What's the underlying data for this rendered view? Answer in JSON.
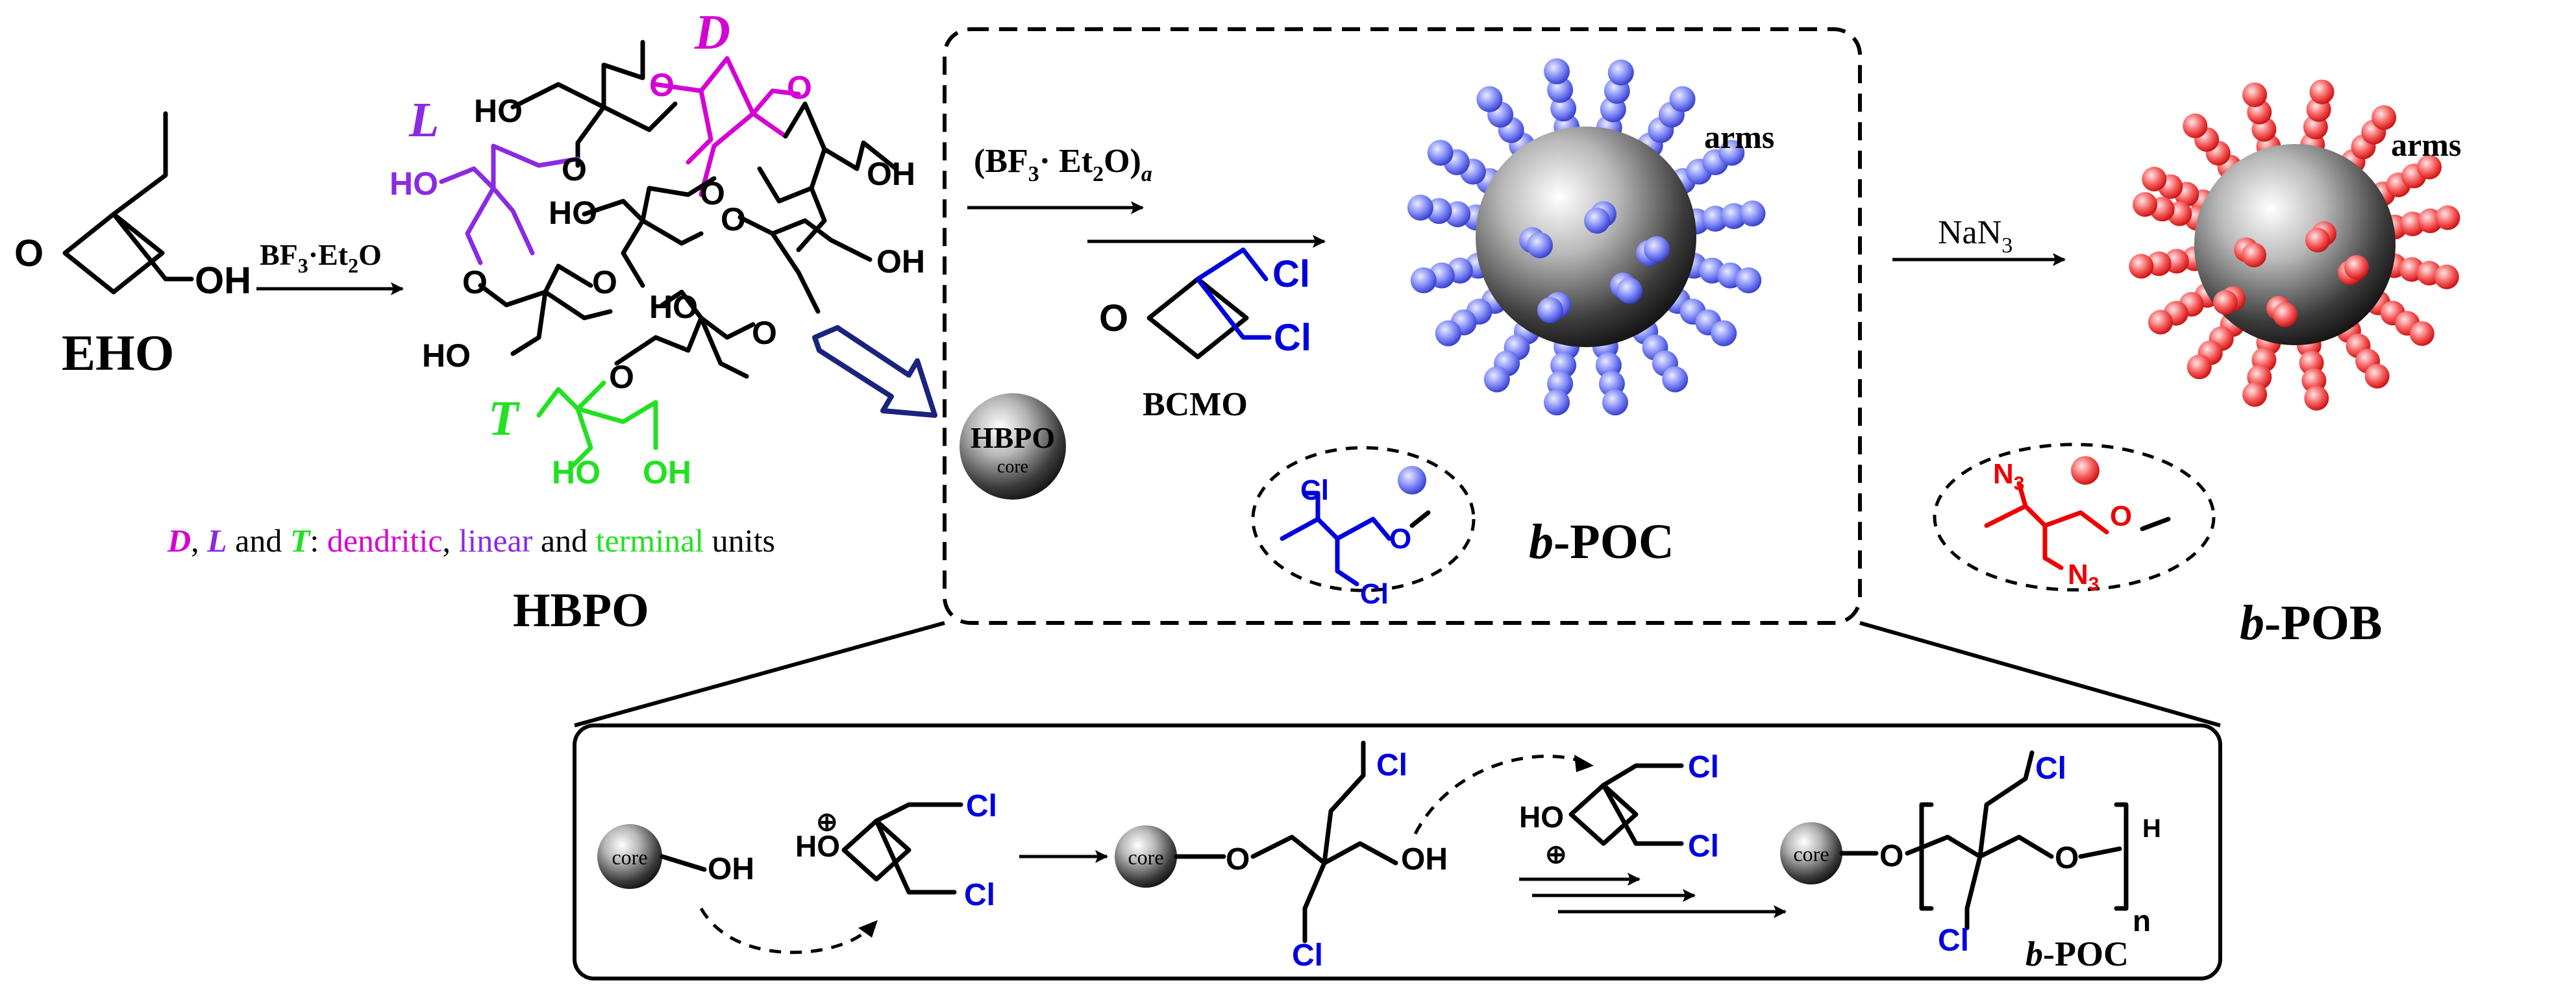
{
  "colors": {
    "dendritic": "#d400d4",
    "linear": "#8a2be2",
    "terminal": "#22e022",
    "chloro_arm": "#4f5bf0",
    "azido_arm": "#f21b1b",
    "heteroatom_blue": "#0000dd",
    "heteroatom_red": "#ee0000",
    "core": "#1a1a1a"
  },
  "step1": {
    "monomer_name": "EHO",
    "monomer_O": "O",
    "monomer_OH": "OH",
    "catalyst": "BF3·Et2O",
    "catalyst_parts": {
      "bf": "BF",
      "sub3": "3",
      "dot": "·",
      "et": "Et",
      "sub2": "2",
      "o": "O"
    }
  },
  "hbpo": {
    "name": "HBPO",
    "unit_D": "D",
    "unit_L": "L",
    "unit_T": "T",
    "hydroxyl": "HO",
    "hydroxyl_right": "OH",
    "ether_O": "O",
    "legend": {
      "D": "D",
      "comma": ", ",
      "L": "L",
      "and1": " and ",
      "T": "T",
      "colon": ": ",
      "dendritic": "dendritic",
      "comma2": ", ",
      "linear": "linear",
      "and2": " and ",
      "terminal": "terminal",
      "units": " units"
    },
    "core_sphere_label": "HBPO",
    "core_sphere_sublabel": "core"
  },
  "step2": {
    "catalyst_parts": {
      "open": "(BF",
      "sub3": "3",
      "dot": "· Et",
      "sub2": "2",
      "close": "O)",
      "suba": "a"
    },
    "monomer_name": "BCMO",
    "cl": "Cl",
    "o": "O"
  },
  "product1": {
    "name": "b-POC",
    "name_italic": "b",
    "name_rest": "-POC",
    "arms_label": "arms",
    "cl": "Cl",
    "o": "O"
  },
  "step3": {
    "reagent_parts": {
      "na": "NaN",
      "sub3": "3"
    }
  },
  "product2": {
    "name_italic": "b",
    "name_rest": "-POB",
    "arms_label": "arms",
    "n": "N",
    "sub3": "3",
    "o": "O"
  },
  "mechanism": {
    "core": "core",
    "oh": "OH",
    "ho": "HO",
    "cl": "Cl",
    "o": "O",
    "plus": "⊕",
    "h": "H",
    "n": "n",
    "product_italic": "b",
    "product_rest": "-POC"
  }
}
